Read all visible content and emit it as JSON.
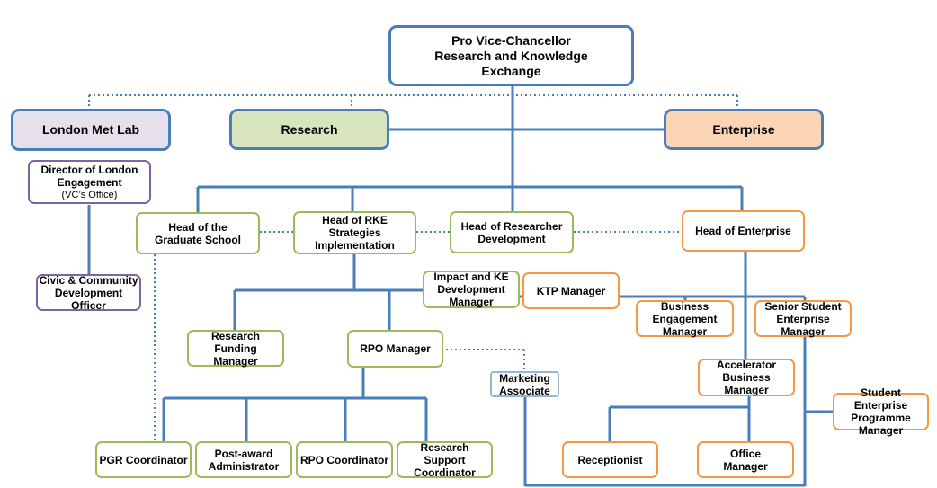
{
  "colors": {
    "line_blue": "#4a7ebb",
    "research_green": "#9bbb59",
    "research_fill": "#d7e4bd",
    "enterprise_orange": "#f79646",
    "enterprise_fill": "#fcd5b5",
    "lab_purple": "#8064a2",
    "lab_fill": "#e6e0ec",
    "marketing_blue": "#94b6d2"
  },
  "nodes": {
    "pvc": "Pro Vice-Chancellor\nResearch and Knowledge\nExchange",
    "london_met_lab": "London Met Lab",
    "research": "Research",
    "enterprise": "Enterprise",
    "director_title": "Director of London\nEngagement",
    "director_sub": "(VC’s Office)",
    "civic": "Civic & Community\nDevelopment\nOfficer",
    "head_graduate": "Head of the\nGraduate School",
    "head_rke": "Head of RKE Strategies\nImplementation",
    "head_researcher": "Head of Researcher\nDevelopment",
    "head_enterprise": "Head of Enterprise",
    "impact": "Impact and KE\nDevelopment\nManager",
    "ktp": "KTP Manager",
    "business_engagement": "Business\nEngagement\nManager",
    "senior_student": "Senior Student\nEnterprise\nManager",
    "research_funding": "Research Funding\nManager",
    "rpo_manager": "RPO Manager",
    "marketing": "Marketing\nAssociate",
    "accelerator": "Accelerator\nBusiness Manager",
    "student_enterprise_prog": "Student Enterprise\nProgramme\nManager",
    "pgr": "PGR Coordinator",
    "post_award": "Post-award\nAdministrator",
    "rpo_coord": "RPO Coordinator",
    "research_support": "Research Support\nCoordinator",
    "receptionist": "Receptionist",
    "office_manager": "Office\nManager"
  }
}
